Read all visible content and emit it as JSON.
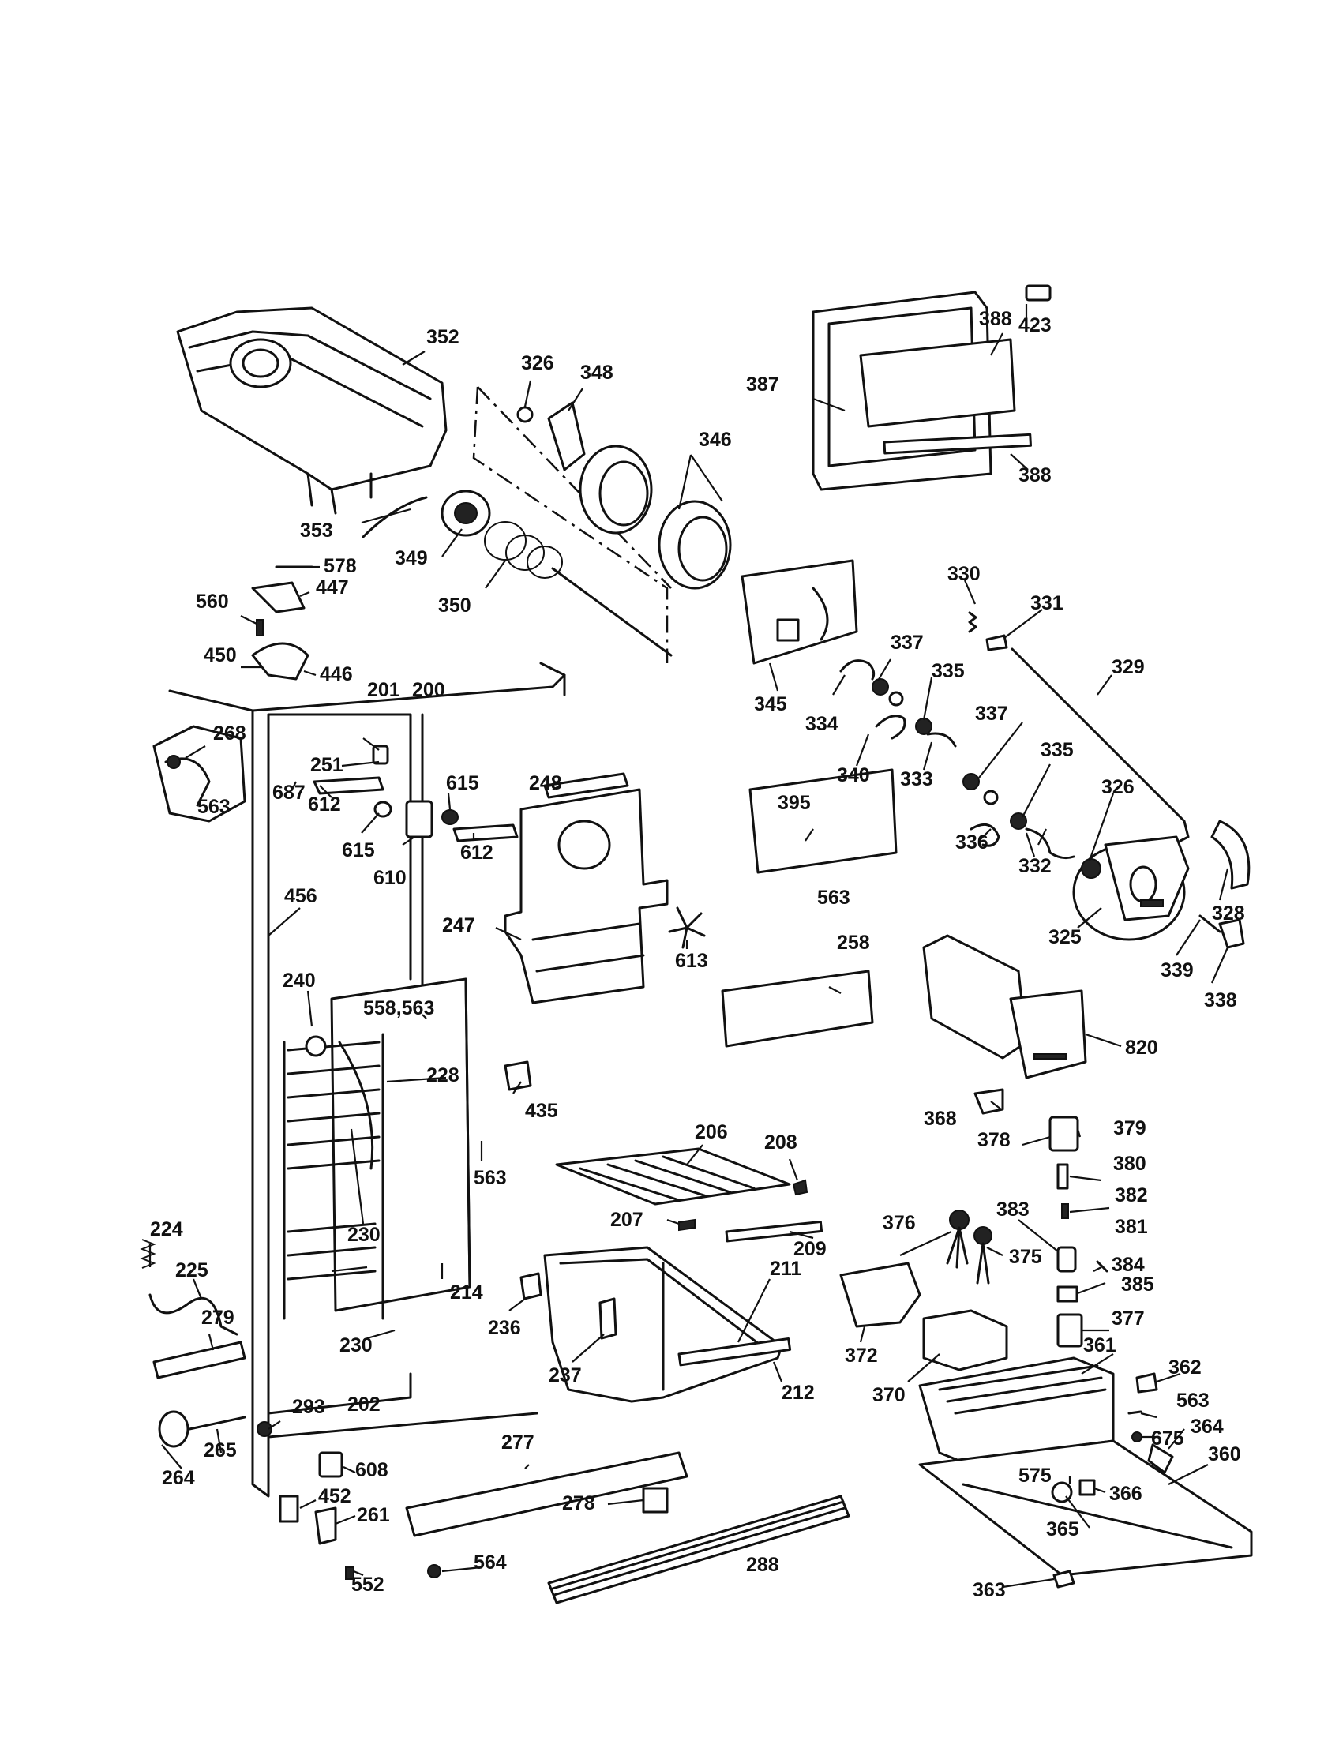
{
  "callouts": [
    {
      "id": "200",
      "text": "200"
    },
    {
      "id": "201",
      "text": "201"
    },
    {
      "id": "202",
      "text": "202"
    },
    {
      "id": "206",
      "text": "206"
    },
    {
      "id": "207",
      "text": "207"
    },
    {
      "id": "208",
      "text": "208"
    },
    {
      "id": "209",
      "text": "209"
    },
    {
      "id": "211",
      "text": "211"
    },
    {
      "id": "212",
      "text": "212"
    },
    {
      "id": "214",
      "text": "214"
    },
    {
      "id": "224",
      "text": "224"
    },
    {
      "id": "225",
      "text": "225"
    },
    {
      "id": "228",
      "text": "228"
    },
    {
      "id": "230a",
      "text": "230"
    },
    {
      "id": "230b",
      "text": "230"
    },
    {
      "id": "236",
      "text": "236"
    },
    {
      "id": "237",
      "text": "237"
    },
    {
      "id": "240",
      "text": "240"
    },
    {
      "id": "247",
      "text": "247"
    },
    {
      "id": "248",
      "text": "248"
    },
    {
      "id": "251",
      "text": "251"
    },
    {
      "id": "258",
      "text": "258"
    },
    {
      "id": "261",
      "text": "261"
    },
    {
      "id": "264",
      "text": "264"
    },
    {
      "id": "265",
      "text": "265"
    },
    {
      "id": "268",
      "text": "268"
    },
    {
      "id": "277",
      "text": "277"
    },
    {
      "id": "278",
      "text": "278"
    },
    {
      "id": "279",
      "text": "279"
    },
    {
      "id": "288",
      "text": "288"
    },
    {
      "id": "293",
      "text": "293"
    },
    {
      "id": "325",
      "text": "325"
    },
    {
      "id": "326a",
      "text": "326"
    },
    {
      "id": "326b",
      "text": "326"
    },
    {
      "id": "328",
      "text": "328"
    },
    {
      "id": "329",
      "text": "329"
    },
    {
      "id": "330",
      "text": "330"
    },
    {
      "id": "331",
      "text": "331"
    },
    {
      "id": "332",
      "text": "332"
    },
    {
      "id": "333",
      "text": "333"
    },
    {
      "id": "334",
      "text": "334"
    },
    {
      "id": "335a",
      "text": "335"
    },
    {
      "id": "335b",
      "text": "335"
    },
    {
      "id": "336",
      "text": "336"
    },
    {
      "id": "337a",
      "text": "337"
    },
    {
      "id": "337b",
      "text": "337"
    },
    {
      "id": "338",
      "text": "338"
    },
    {
      "id": "339",
      "text": "339"
    },
    {
      "id": "340",
      "text": "340"
    },
    {
      "id": "345",
      "text": "345"
    },
    {
      "id": "346",
      "text": "346"
    },
    {
      "id": "348",
      "text": "348"
    },
    {
      "id": "349",
      "text": "349"
    },
    {
      "id": "350",
      "text": "350"
    },
    {
      "id": "352",
      "text": "352"
    },
    {
      "id": "353",
      "text": "353"
    },
    {
      "id": "360",
      "text": "360"
    },
    {
      "id": "361",
      "text": "361"
    },
    {
      "id": "362",
      "text": "362"
    },
    {
      "id": "363",
      "text": "363"
    },
    {
      "id": "364",
      "text": "364"
    },
    {
      "id": "365",
      "text": "365"
    },
    {
      "id": "366",
      "text": "366"
    },
    {
      "id": "368",
      "text": "368"
    },
    {
      "id": "370",
      "text": "370"
    },
    {
      "id": "372",
      "text": "372"
    },
    {
      "id": "375",
      "text": "375"
    },
    {
      "id": "376",
      "text": "376"
    },
    {
      "id": "377",
      "text": "377"
    },
    {
      "id": "378",
      "text": "378"
    },
    {
      "id": "379",
      "text": "379"
    },
    {
      "id": "380",
      "text": "380"
    },
    {
      "id": "381",
      "text": "381"
    },
    {
      "id": "382",
      "text": "382"
    },
    {
      "id": "383",
      "text": "383"
    },
    {
      "id": "384",
      "text": "384"
    },
    {
      "id": "385",
      "text": "385"
    },
    {
      "id": "387",
      "text": "387"
    },
    {
      "id": "388a",
      "text": "388"
    },
    {
      "id": "388b",
      "text": "388"
    },
    {
      "id": "395",
      "text": "395"
    },
    {
      "id": "423",
      "text": "423"
    },
    {
      "id": "435",
      "text": "435"
    },
    {
      "id": "446",
      "text": "446"
    },
    {
      "id": "447",
      "text": "447"
    },
    {
      "id": "450",
      "text": "450"
    },
    {
      "id": "452",
      "text": "452"
    },
    {
      "id": "456",
      "text": "456"
    },
    {
      "id": "552",
      "text": "552"
    },
    {
      "id": "558-563",
      "text": "558,563"
    },
    {
      "id": "560",
      "text": "560"
    },
    {
      "id": "563a",
      "text": "563"
    },
    {
      "id": "563b",
      "text": "563"
    },
    {
      "id": "563c",
      "text": "563"
    },
    {
      "id": "563d",
      "text": "563"
    },
    {
      "id": "564",
      "text": "564"
    },
    {
      "id": "575",
      "text": "575"
    },
    {
      "id": "578",
      "text": "578"
    },
    {
      "id": "608",
      "text": "608"
    },
    {
      "id": "610",
      "text": "610"
    },
    {
      "id": "612a",
      "text": "612"
    },
    {
      "id": "612b",
      "text": "612"
    },
    {
      "id": "613",
      "text": "613"
    },
    {
      "id": "615a",
      "text": "615"
    },
    {
      "id": "615b",
      "text": "615"
    },
    {
      "id": "675",
      "text": "675"
    },
    {
      "id": "687",
      "text": "687"
    },
    {
      "id": "820",
      "text": "820"
    }
  ]
}
